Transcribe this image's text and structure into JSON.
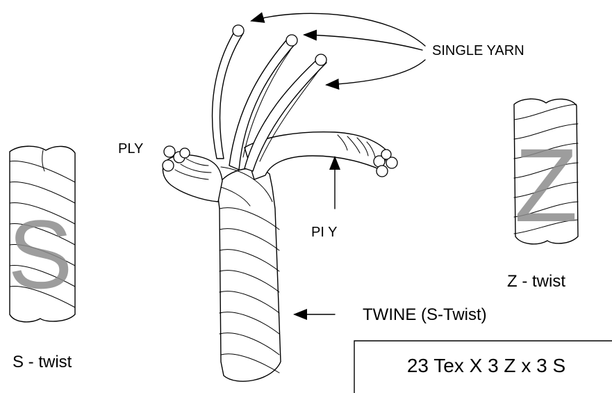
{
  "labels": {
    "single_yarn": "SINGLE YARN",
    "ply_top": "PLY",
    "ply_middle": "PI Y",
    "twine": "TWINE  (S-Twist)",
    "s_twist": "S - twist",
    "z_twist": "Z - twist",
    "spec": "23 Tex X 3 Z x 3 S"
  },
  "letters": {
    "s": "S",
    "z": "Z"
  },
  "colors": {
    "outline": "#000000",
    "watermark_letter": "#8c8c8c",
    "background": "#ffffff"
  }
}
